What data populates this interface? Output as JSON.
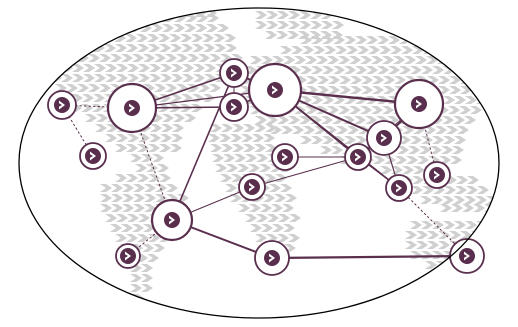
{
  "map": {
    "style": "chevron-world-map",
    "colors": {
      "accent": "#5a2f4e",
      "land": "#cfcfcf",
      "background": "#ffffff",
      "outline": "#000000"
    },
    "node_icon": "chevron-right-icon",
    "node_count": 17,
    "link_count": 27
  }
}
